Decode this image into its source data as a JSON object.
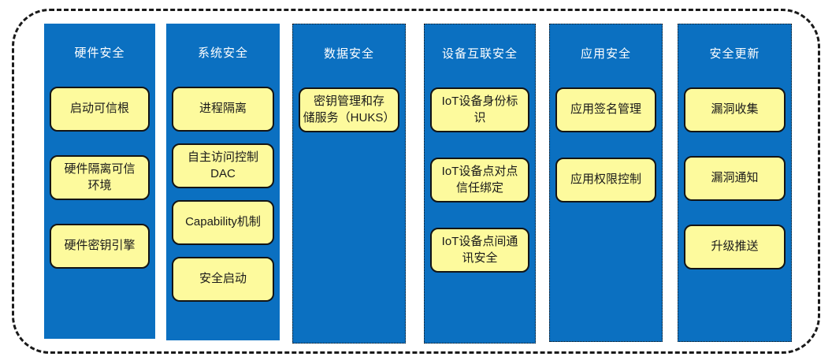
{
  "diagram": {
    "title_semantic": "security-architecture-diagram",
    "colors": {
      "column_background": "#0B70C1",
      "item_background": "#FDFA9D",
      "item_border": "#141414",
      "column_title_text": "#FFFFFF",
      "item_text": "#1A1A1A",
      "outer_dashed_border": "#1A1A1A",
      "page_background": "#FFFFFF"
    },
    "columns": [
      {
        "name": "hardware-security",
        "title": "硬件安全",
        "items": [
          "启动可信根",
          "硬件隔离可信\n环境",
          "硬件密钥引擎"
        ]
      },
      {
        "name": "system-security",
        "title": "系统安全",
        "items": [
          "进程隔离",
          "自主访问控制\nDAC",
          "Capability机制",
          "安全启动"
        ]
      },
      {
        "name": "data-security",
        "title": "数据安全",
        "items": [
          "密钥管理和存\n储服务（HUKS）"
        ]
      },
      {
        "name": "device-interconnect-security",
        "title": "设备互联安全",
        "items": [
          "IoT设备身份标\n识",
          "IoT设备点对点\n信任绑定",
          "IoT设备点间通\n讯安全"
        ]
      },
      {
        "name": "application-security",
        "title": "应用安全",
        "items": [
          "应用签名管理",
          "应用权限控制"
        ]
      },
      {
        "name": "security-update",
        "title": "安全更新",
        "items": [
          "漏洞收集",
          "漏洞通知",
          "升级推送"
        ]
      }
    ]
  }
}
